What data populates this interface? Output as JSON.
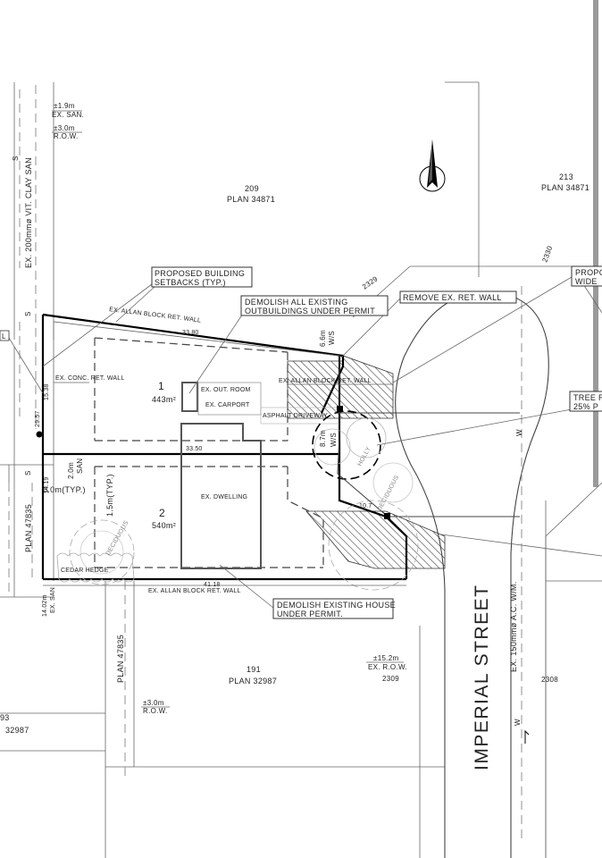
{
  "labels": {
    "san_top_offset": "±1.9m",
    "san_top": "EX. SAN.",
    "row_top_offset": "±3.0m",
    "row_top": "R.O.W.",
    "vit_clay_san": "EX. 200mmø VIT. CLAY SAN",
    "lot_209": "209",
    "plan_209": "PLAN 34871",
    "lot_213": "213",
    "plan_213": "PLAN 34871",
    "setbacks_1": "PROPOSED BUILDING",
    "setbacks_2": "SETBACKS (TYP.)",
    "allan_wall_top": "EX. ALLAN BLOCK RET. WALL",
    "demolish_out_1": "DEMOLISH ALL EXISTING",
    "demolish_out_2": "OUTBUILDINGS UNDER PERMIT",
    "remove_wall": "REMOVE EX. RET. WALL",
    "propo_1": "PROPO",
    "propo_2": "WIDE",
    "tree_1": "TREE R",
    "tree_2": "25% P",
    "contour_2329": "2329",
    "contour_2330": "2330",
    "dim_3380": "33.80",
    "dim_66": "6.6m",
    "ws": "W/S",
    "conc_wall": "EX. CONC. RET. WALL",
    "lot1_number": "1",
    "lot1_area": "443m²",
    "out_room": "EX. OUT. ROOM",
    "carport": "EX. CARPORT",
    "allan_wall_right": "EX. ALLAN BLOCK RET. WALL",
    "asphalt": "ASPHALT DRIVEWAY",
    "dim_87": "8.7m",
    "holly": "HOLLY",
    "dim_3350": "33.50",
    "dim_2957": "29.57",
    "dim_1538": "15.38",
    "dim_20": "2.0m",
    "san": "SAN",
    "setback_6": "6.0m(TYP.)",
    "setback_15": "1.5m(TYP.)",
    "dim_1419": "14.19",
    "plan_47835_a": "PLAN 47835",
    "ex_dwelling": "EX. DWELLING",
    "lot2_number": "2",
    "lot2_area": "540m²",
    "deciduous": "DECIDUOUS",
    "cedar_hedge": "CEDAR HEDGE",
    "allan_wall_bottom": "EX. ALLAN BLOCK RET. WALL",
    "dim_4118": "41.18",
    "dim_1402": "14.02m",
    "ex_san_b": "EX. SAN",
    "demolish_house_1": "DEMOLISH EXISTING HOUSE",
    "demolish_house_2": "UNDER PERMIT.",
    "dim_107": "10.7",
    "dim_152": "±15.2m",
    "ex_row": "EX. R.O.W.",
    "contour_2309": "2309",
    "contour_2308": "2308",
    "plan_47835_b": "PLAN 47835",
    "lot_191": "191",
    "plan_191": "PLAN 32987",
    "row_b_offset": "±3.0m",
    "row_b": "R.O.W.",
    "lot_93": "93",
    "plan_93": "32987",
    "imperial": "IMPERIAL STREET",
    "watermain": "EX. 150mmø A.C. W/M.",
    "w_letter": "W",
    "s_letter": "S",
    "left_edge_l": "L"
  },
  "colors": {
    "ink": "#222222",
    "hatch": "#333333",
    "grey_text": "#888888"
  }
}
